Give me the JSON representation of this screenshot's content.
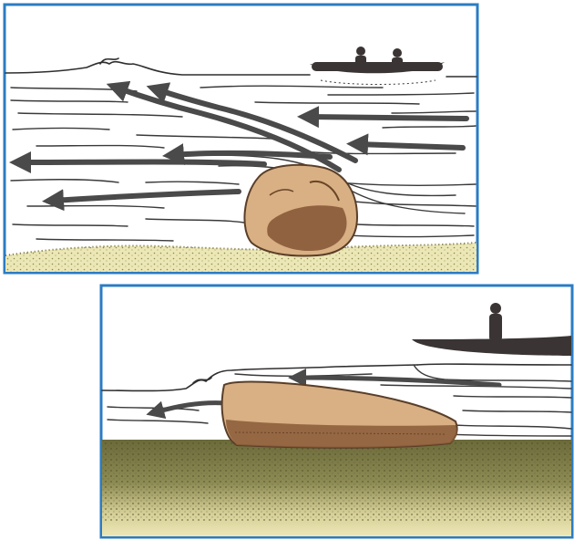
{
  "figure": {
    "panels": [
      {
        "id": "top",
        "depicts": [
          "boulder-icon",
          "canoe-icon",
          "paddler-icon",
          "flow-arrow-icon",
          "riverbed-icon"
        ],
        "canoe_paddlers": 2
      },
      {
        "id": "bottom",
        "depicts": [
          "rock-slab-icon",
          "canoe-icon",
          "paddler-icon",
          "flow-arrow-icon",
          "riverbed-icon"
        ],
        "canoe_paddlers": 1
      }
    ],
    "colors": {
      "frame": "#2b7cc4",
      "water": "#ffffff",
      "line": "#3a3a3a",
      "arrow": "#4a4a4a",
      "sand": "#ece7b6",
      "mud": "#6b6a3a",
      "rock_light": "#d8b083",
      "rock_dark": "#8a5a38",
      "canoe": "#3a3534"
    }
  }
}
